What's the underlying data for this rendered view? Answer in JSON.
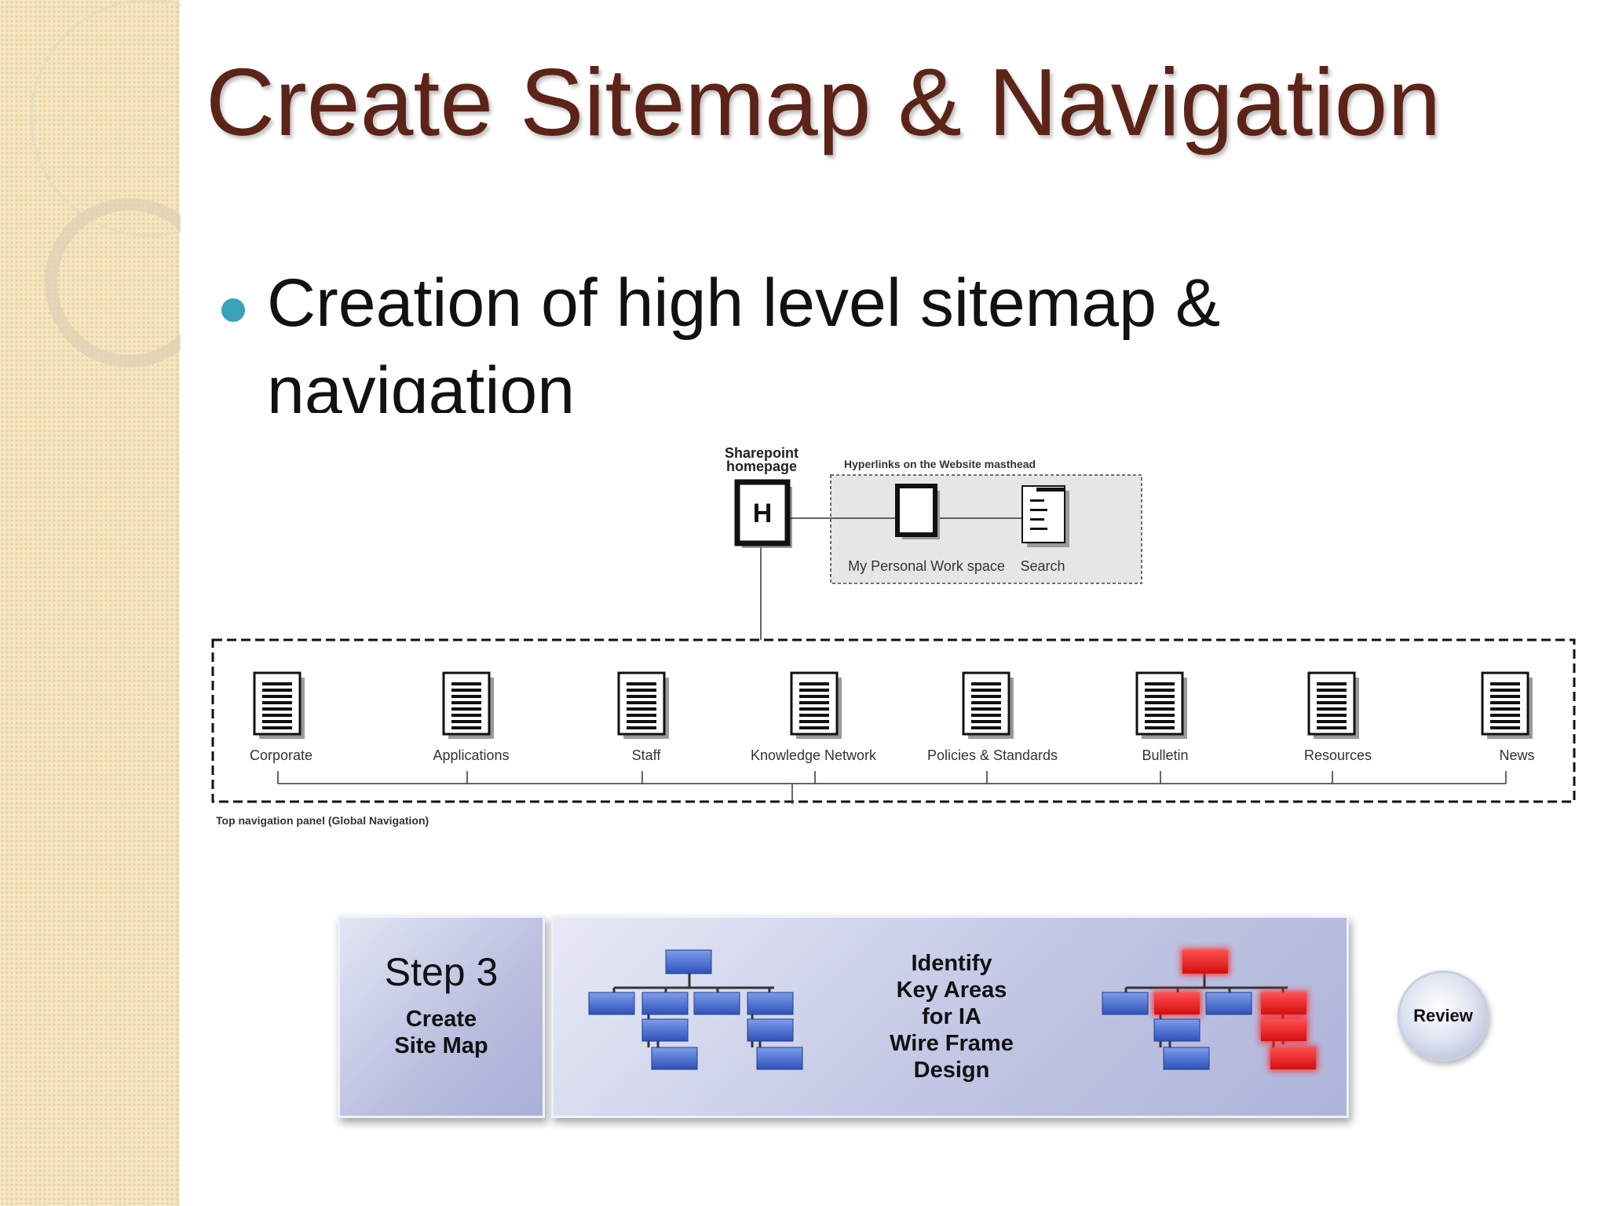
{
  "slide": {
    "title": "Create Sitemap & Navigation",
    "bullet": "Creation of high level sitemap & navigation"
  },
  "sitemap": {
    "home_label": "Sharepoint homepage",
    "home_letter": "H",
    "masthead_label": "Hyperlinks on the Website masthead",
    "masthead_items": [
      "My Personal Work space",
      "Search"
    ],
    "nav_items": [
      "Corporate",
      "Applications",
      "Staff",
      "Knowledge Network",
      "Policies & Standards",
      "Bulletin",
      "Resources",
      "News"
    ],
    "nav_panel_label": "Top navigation panel (Global Navigation)"
  },
  "process": {
    "step_number": "Step 3",
    "step_title": "Create Site Map",
    "ia_text": "Identify Key Areas for IA Wire Frame Design",
    "review_label": "Review"
  },
  "colors": {
    "title": "#5c2418",
    "bullet": "#3aa2b8",
    "node_blue": "#3a62c4",
    "node_red": "#e01818"
  }
}
